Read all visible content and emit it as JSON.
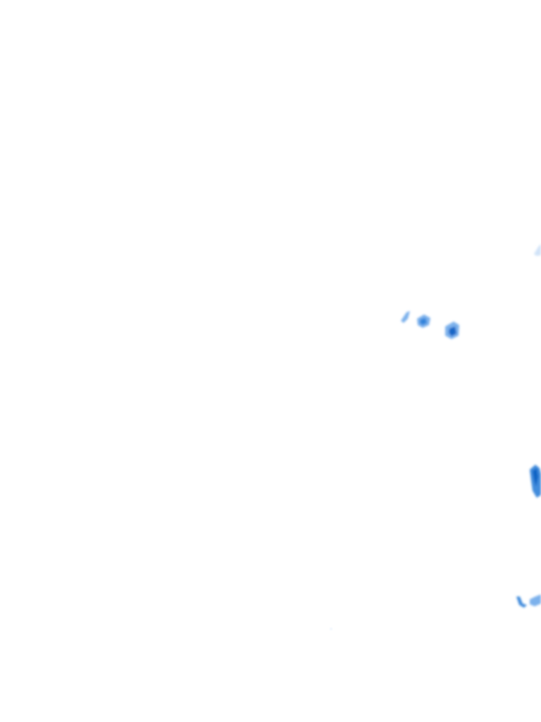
{
  "map": {
    "background_color": "#ffffff",
    "layer": "precipitation-radar",
    "palette": {
      "light": "#c9def7",
      "medium": "#6fa8ea",
      "strong": "#2c7fd8",
      "heavy": "#0d5fc2"
    },
    "echo_count": 7,
    "echo_intensities": [
      "light",
      "medium",
      "medium",
      "heavy",
      "strong",
      "strong",
      "medium"
    ]
  }
}
